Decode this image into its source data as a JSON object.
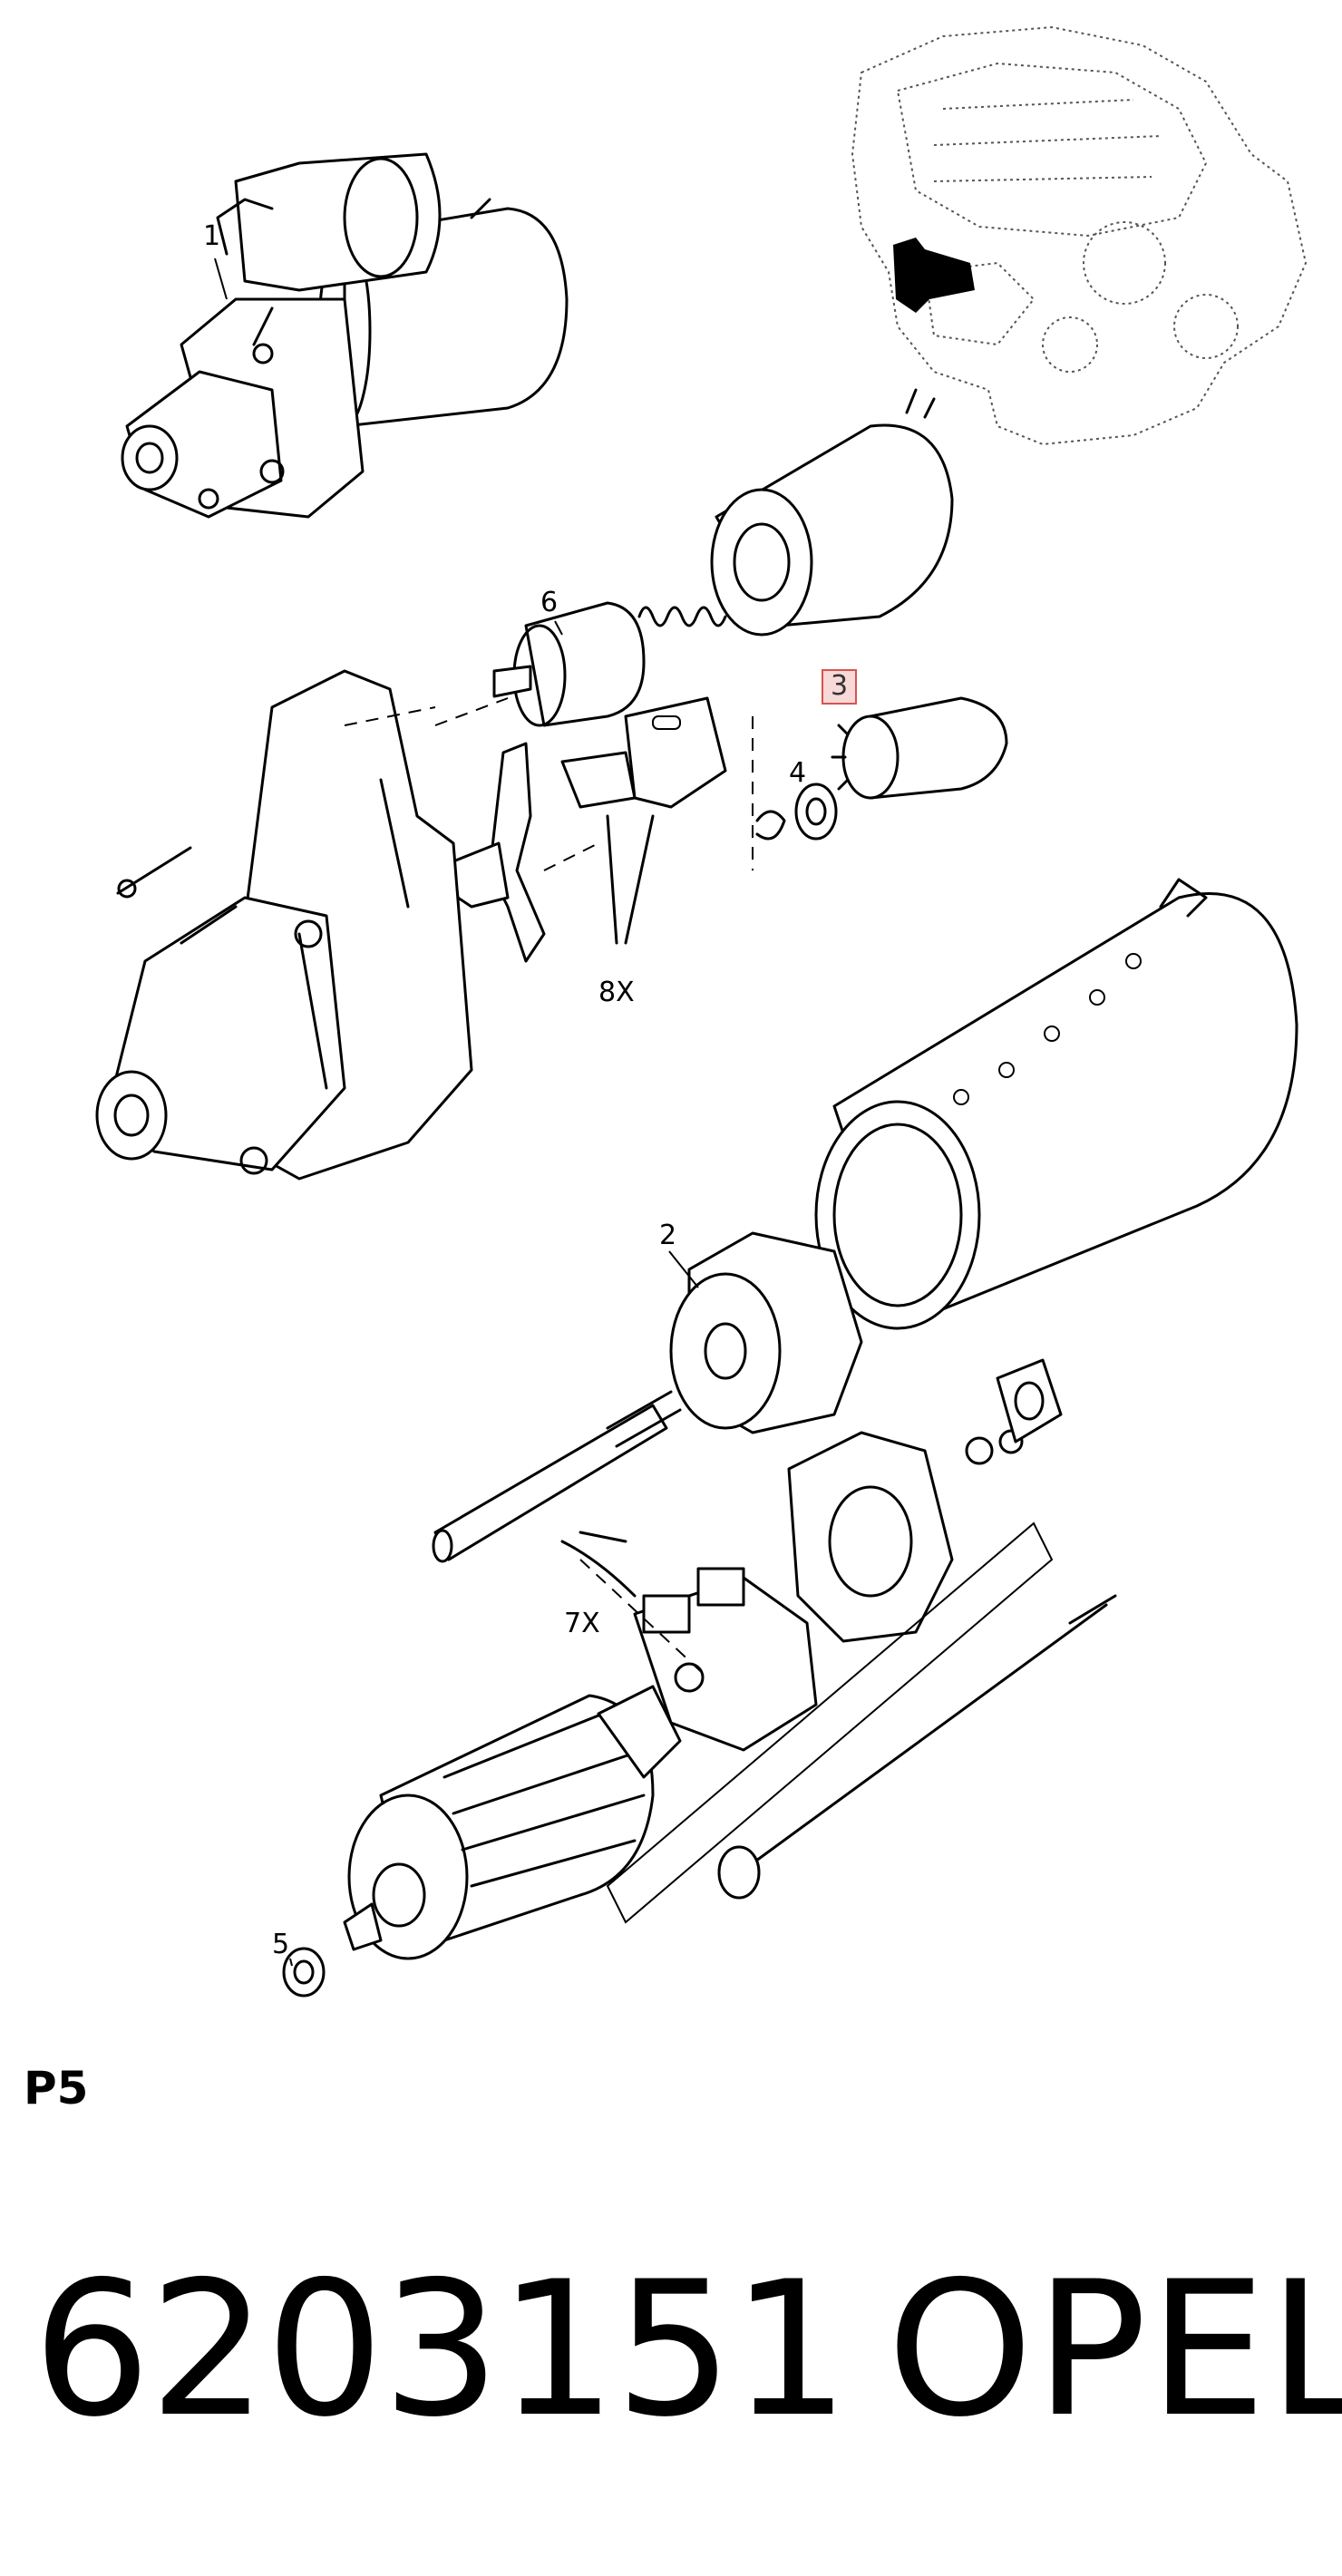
{
  "diagram": {
    "callouts": {
      "c1": "1",
      "c2": "2",
      "c3": "3",
      "c4": "4",
      "c5": "5",
      "c6": "6",
      "c7": "7X",
      "c8": "8X"
    },
    "highlighted_callout": "3",
    "highlight_color": "#d9534f"
  },
  "section_label": "P5",
  "part_number": "6203151",
  "brand": "OPEL"
}
